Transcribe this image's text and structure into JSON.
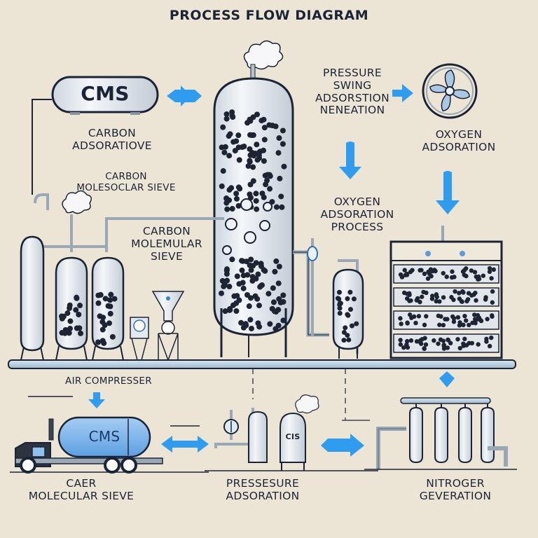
{
  "title": "PROCESS FLOW DIAGRAM",
  "colors": {
    "background": "#ece5d6",
    "arrow_blue": "#2f9cf0",
    "outline": "#1b2436",
    "vessel_fill": "#e4e9ef",
    "cms_truck_tank": "#7fb6ec",
    "platform": "#b9cfe0",
    "sieve_pellet": "#1d2433"
  },
  "labels": {
    "cms_tank": "CMS",
    "carbon_adsorative": [
      "CARBON",
      "ADSORATIOVE"
    ],
    "carbon_molesocular_sieve": [
      "CARBON",
      "MOLESOCLAR SIEVE"
    ],
    "carbon_molemular_sieve": [
      "CARBON",
      "MOLEMULAR",
      "SIEVE"
    ],
    "pressure_swing": [
      "PRESSURE",
      "SWING",
      "ADSORSTION",
      "NENEATION"
    ],
    "oxygen_adsoration_top": [
      "OXYGEN",
      "ADSORATION"
    ],
    "oxygen_adsoration_process": [
      "OXYGEN",
      "ADSORATION",
      "PROCESS"
    ],
    "air_compresser": "AIR COMPRESSER",
    "truck_tank": "CMS",
    "small_tank": "CIS",
    "caer_molecular_sieve": [
      "CAER",
      "MOLECULAR SIEVE"
    ],
    "pressure_adsoration": [
      "PRESSESURE",
      "ADSORATION"
    ],
    "nitroger_generation": [
      "NITROGER",
      "GEVERATION"
    ]
  },
  "icons": {
    "fan": "fan-icon",
    "cloud": "steam-cloud-icon",
    "arrow": "flow-arrow-icon",
    "gauge": "pressure-gauge-icon",
    "truck": "tanker-truck-icon"
  }
}
